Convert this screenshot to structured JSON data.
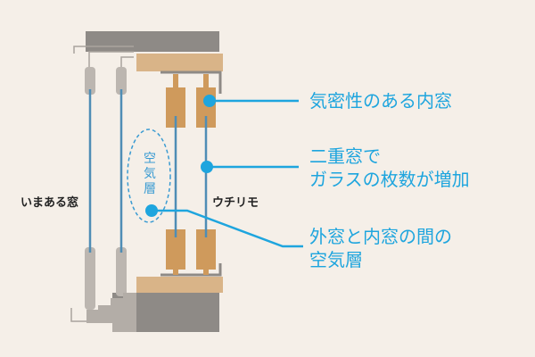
{
  "labels": {
    "existing_window": "いまある窓",
    "uchirimo": "ウチリモ",
    "air_layer_vertical": "空気層"
  },
  "callouts": [
    {
      "lines": [
        "気密性のある内窓"
      ]
    },
    {
      "lines": [
        "二重窓で",
        "ガラスの枚数が増加"
      ]
    },
    {
      "lines": [
        "外窓と内窓の間の",
        "空気層"
      ]
    }
  ],
  "colors": {
    "background": "#f5efe8",
    "accent": "#1ea5de",
    "wood": "#d9b488",
    "inner_frame": "#cf9a5c",
    "wall": "#8e8a86",
    "old_frame": "#bcb6b0"
  }
}
